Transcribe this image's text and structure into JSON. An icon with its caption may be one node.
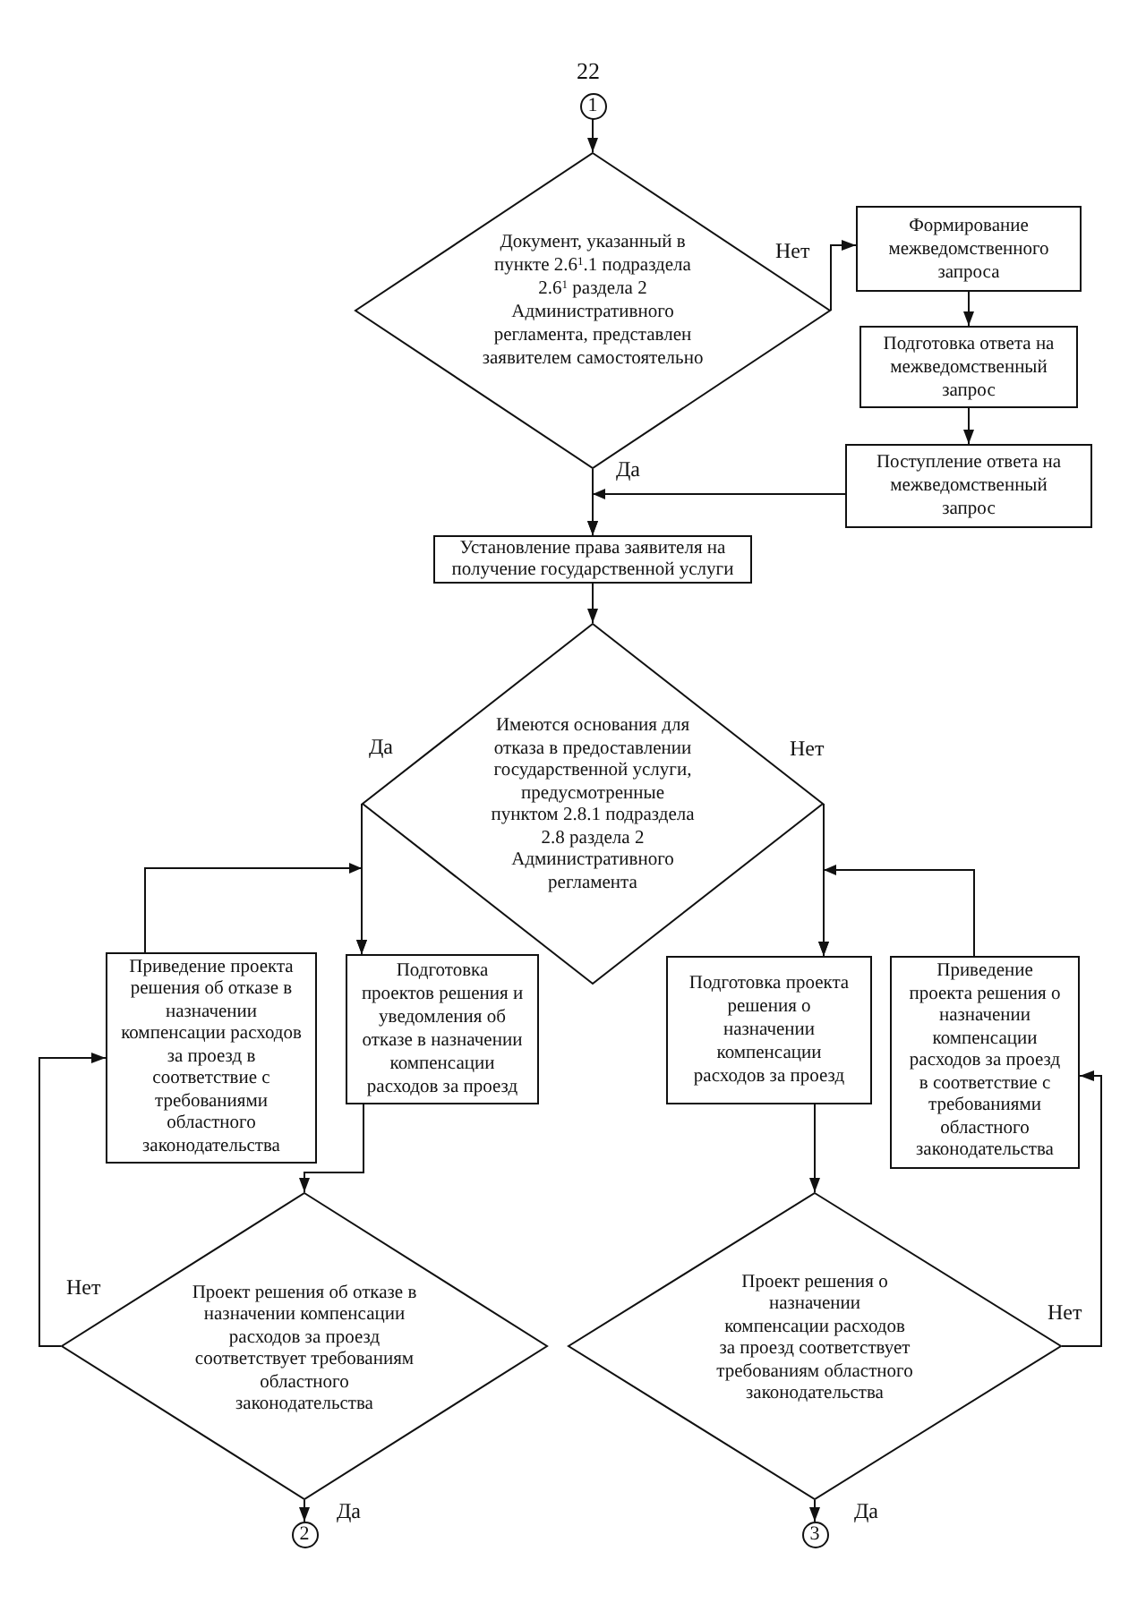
{
  "diagram": {
    "nodes": [
      {
        "text": [
          "1"
        ],
        "beside": [
          "22"
        ]
      },
      {
        "text": [
          "Документ, указанный в пункте 2.6$^{1}$.1 подраздела 2.6$^{1}$ раздела 2 Административного регламента, представлен заявителем самостоятельно"
        ]
      },
      {
        "text": [
          "Формирование межведомственного запроса"
        ]
      },
      {
        "text": [
          "Подготовка ответа на межведомственный запрос"
        ]
      },
      {
        "text": [
          "Поступление ответа на межведомственный запрос"
        ]
      },
      {
        "text": [
          "Установление права заявителя на получение государственной услуги"
        ]
      },
      {
        "text": [
          "Имеются основания для отказа в предоставлении государственной услуги, предусмотренные пунктом 2.8.1 подраздела 2.8 раздела 2 Административного регламента"
        ]
      },
      {
        "text": [
          "Приведение проекта решения об отказе в назначении компенсации расходов за проезд в соответствие с требованиями областного законодательства"
        ]
      },
      {
        "text": [
          "Подготовка проектов решения и уведомления об отказе в назначении компенсации расходов за проезд"
        ]
      },
      {
        "text": [
          "Подготовка проекта решения о назначении компенсации расходов за проезд"
        ]
      },
      {
        "text": [
          "Приведение проекта решения о назначении компенсации расходов за проезд в соответствие с требованиями областного законодательства"
        ]
      },
      {
        "text": [
          "Проект решения об отказе в назначении компенсации расходов за проезд соответствует требованиям областного законодательства"
        ]
      },
      {
        "text": [
          "Проект решения о назначении компенсации расходов за проезд соответствует требованиям областного законодательства"
        ]
      },
      {
        "text": [
          "2"
        ]
      },
      {
        "text": [
          "3"
        ]
      }
    ],
    "edges": [
      {
        "from": 0,
        "to": 1,
        "arrow": "to"
      },
      {
        "from": 1,
        "to": 2,
        "arrow": "to",
        "label": "Нет"
      },
      {
        "from": 2,
        "to": 3,
        "arrow": "to"
      },
      {
        "from": 3,
        "to": 4,
        "arrow": "to"
      },
      {
        "from": 1,
        "to": 5,
        "arrow": "to",
        "label": "Да"
      },
      {
        "from": 4,
        "to": 5,
        "arrow": "to"
      },
      {
        "from": 5,
        "to": 6,
        "arrow": "to"
      },
      {
        "from": 6,
        "to": 8,
        "arrow": "to",
        "label": "Да"
      },
      {
        "from": 7,
        "to": 8,
        "arrow": "to"
      },
      {
        "from": 6,
        "to": 9,
        "arrow": "to",
        "label": "Нет"
      },
      {
        "from": 10,
        "to": 9,
        "arrow": "to"
      },
      {
        "from": 8,
        "to": 11,
        "arrow": "to"
      },
      {
        "from": 9,
        "to": 12,
        "arrow": "to"
      },
      {
        "from": 11,
        "to": 7,
        "arrow": "to",
        "label": "Нет"
      },
      {
        "from": 11,
        "to": 13,
        "arrow": "to",
        "label": "Да"
      },
      {
        "from": 12,
        "to": 10,
        "arrow": "to",
        "label": "Нет"
      },
      {
        "from": 12,
        "to": 14,
        "arrow": "to",
        "label": "Да"
      }
    ]
  }
}
